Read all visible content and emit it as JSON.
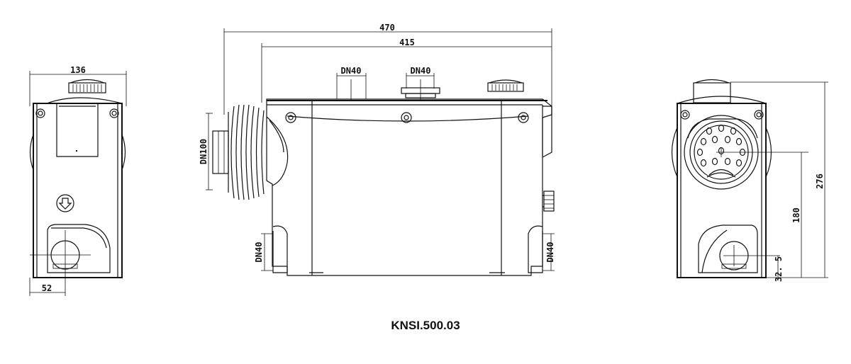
{
  "model_code": "KNSI.500.03",
  "dimensions": {
    "side_width": "136",
    "side_inlet_offset": "52",
    "overall_length": "470",
    "body_length": "415",
    "top_inlet_left": "DN40",
    "top_inlet_right": "DN40",
    "large_inlet": "DN100",
    "bottom_left_inlet": "DN40",
    "bottom_right_inlet": "DN40",
    "total_height": "276",
    "inlet_height": "180",
    "outlet_height": "32. 5"
  }
}
